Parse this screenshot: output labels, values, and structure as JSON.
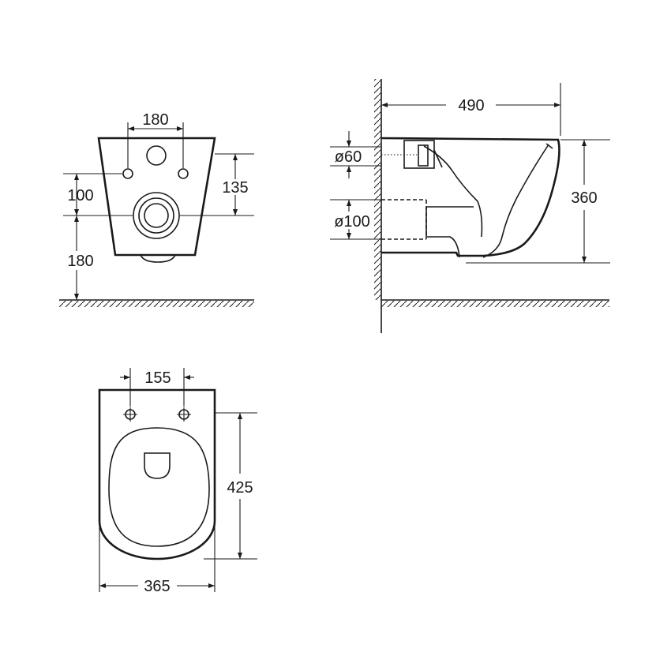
{
  "front_view": {
    "dimensions": {
      "bolt_spacing": "180",
      "bolt_to_outlet_height": "100",
      "outlet_to_floor_height": "180",
      "top_to_outlet_height": "135"
    }
  },
  "side_view": {
    "dimensions": {
      "depth": "490",
      "height": "360",
      "inlet_diameter": "ø60",
      "outlet_diameter": "ø100"
    }
  },
  "top_view": {
    "dimensions": {
      "bolt_spacing": "155",
      "length": "425",
      "width": "365"
    }
  },
  "colors": {
    "line": "#1a1a1a",
    "background": "#ffffff"
  }
}
